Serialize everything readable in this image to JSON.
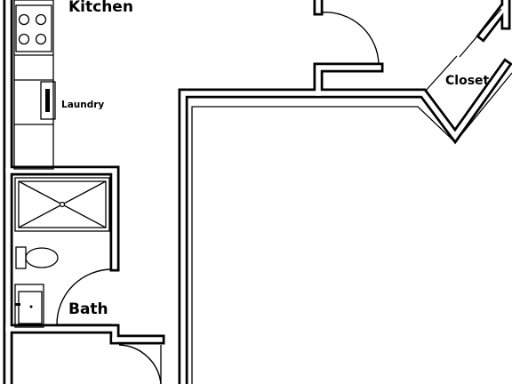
{
  "rooms": {
    "kitchen": "Kitchen",
    "laundry": "Laundry",
    "closet": "Closet",
    "bath": "Bath"
  }
}
